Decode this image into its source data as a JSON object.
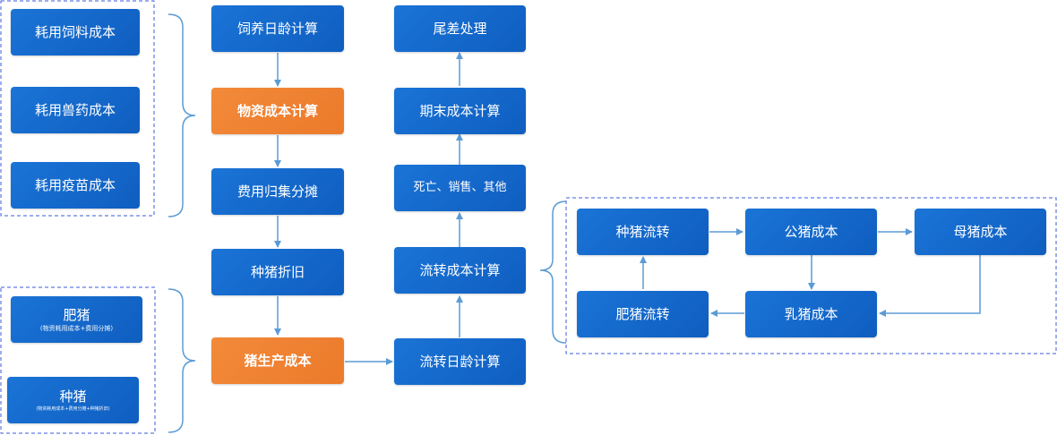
{
  "cost_groups": {
    "material_items": [
      "耗用饲料成本",
      "耗用兽药成本",
      "耗用疫苗成本"
    ],
    "pig_types": [
      {
        "label": "肥猪",
        "note": "(物资耗用成本+费用分摊)"
      },
      {
        "label": "种猪",
        "note": "(物资耗用成本+费用分摊+种猪折旧)"
      }
    ]
  },
  "main_flow": {
    "feeding_age": "饲养日龄计算",
    "material_cost": "物资成本计算",
    "expense_allocation": "费用归集分摊",
    "breeder_depreciation": "种猪折旧",
    "production_cost": "猪生产成本"
  },
  "transfer_flow": {
    "transfer_days": "流转日龄计算",
    "transfer_cost": "流转成本计算",
    "death_sales_other": "死亡、销售、其他",
    "period_end_cost": "期末成本计算",
    "rounding_diff": "尾差处理"
  },
  "cycle": {
    "breeder_transfer": "种猪流转",
    "boar_cost": "公猪成本",
    "sow_cost": "母猪成本",
    "piglet_cost": "乳猪成本",
    "finisher_transfer": "肥猪流转"
  },
  "colors": {
    "box_blue": "#1366cc",
    "box_orange": "#ef8233",
    "connector": "#5b9bd5",
    "dashed_border": "#3b5bdb"
  }
}
